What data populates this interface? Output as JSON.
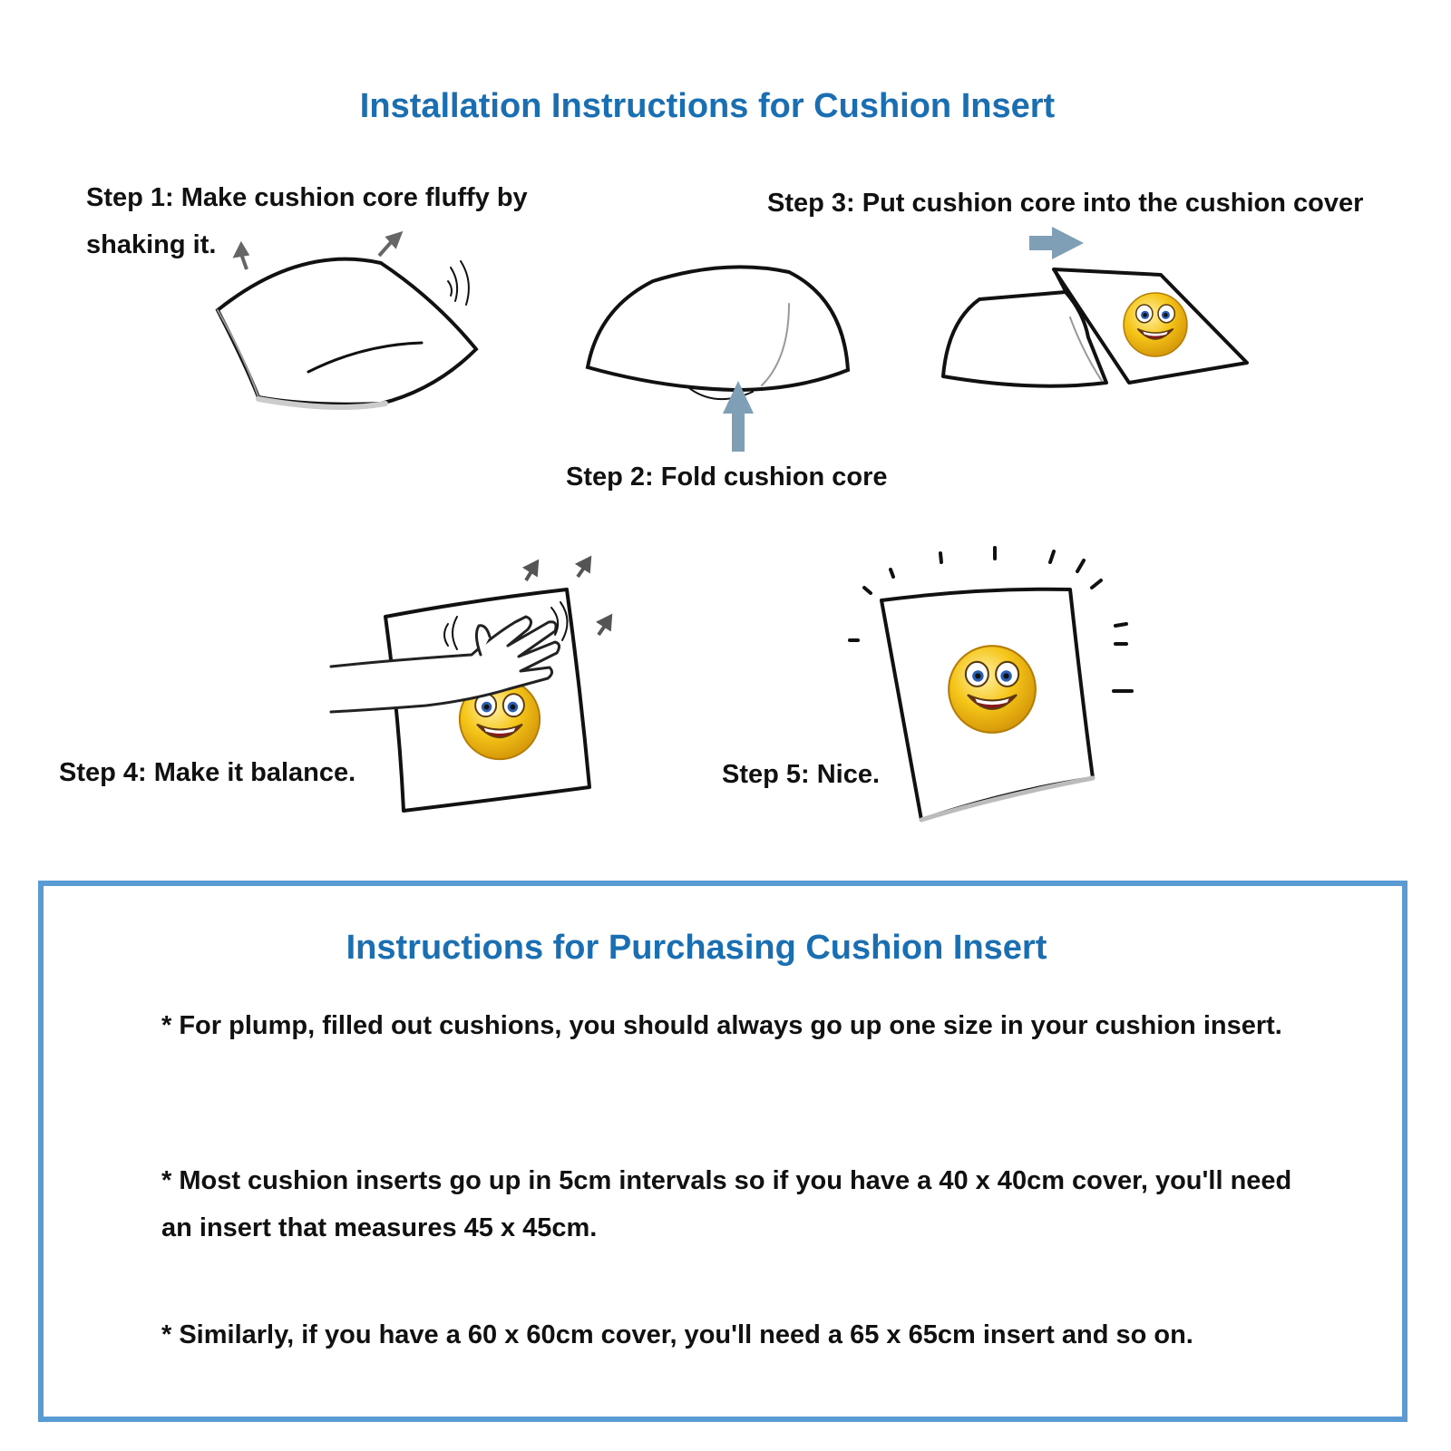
{
  "installation": {
    "title": "Installation Instructions for Cushion Insert",
    "steps": [
      {
        "label": "Step 1: Make cushion core fluffy by shaking it."
      },
      {
        "label": "Step 2: Fold cushion core"
      },
      {
        "label": "Step 3: Put cushion core into the cushion cover"
      },
      {
        "label": "Step 4: Make it balance."
      },
      {
        "label": "Step 5: Nice."
      }
    ]
  },
  "purchasing": {
    "title": "Instructions for Purchasing Cushion Insert",
    "notes": [
      "* For plump, filled out cushions, you should always go up one size in your cushion insert.",
      "* Most cushion inserts go up in 5cm intervals so if you have a 40 x 40cm cover, you'll need an insert that measures 45 x 45cm.",
      "* Similarly, if you have a 60 x 60cm cover, you'll need a 65 x 65cm insert and so on."
    ]
  },
  "colors": {
    "heading": "#1a6fb3",
    "box_border": "#5b9bd5",
    "arrow": "#7f9fb6",
    "smiley": "#f5c518"
  }
}
